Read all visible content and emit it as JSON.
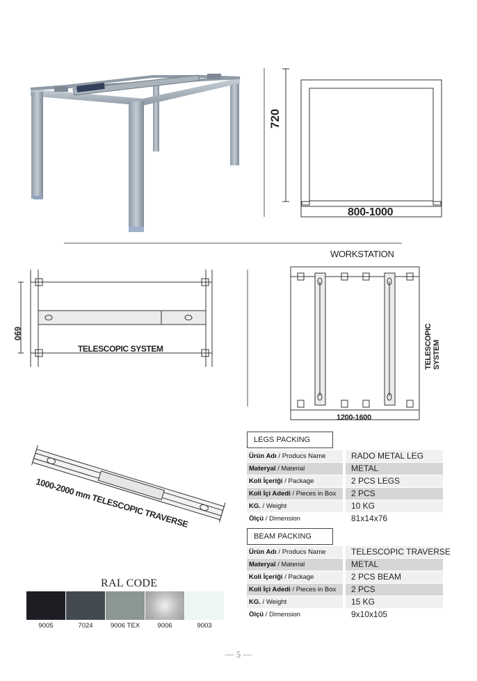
{
  "drawings": {
    "height_label": "720",
    "width_label": "800-1000",
    "workstation_label": "WORKSTATION",
    "telescopic_label": "TELESCOPIC SYSTEM",
    "depth_label": "690",
    "telescopic_label_vertical": "TELESCOPIC SYSTEM",
    "workstation_width_label": "1200-1600",
    "traverse_label": "1000-2000 mm TELESCOPIC TRAVERSE"
  },
  "legs_packing": {
    "title": "LEGS PACKING DETAIL",
    "rows": [
      {
        "key_tr": "Ürün Adı",
        "key_en": "Producs Name",
        "value": "RADO METAL LEG"
      },
      {
        "key_tr": "Materyal",
        "key_en": "Material",
        "value": "METAL"
      },
      {
        "key_tr": "Koli İçeriği",
        "key_en": "Package",
        "value": "2 PCS LEGS"
      },
      {
        "key_tr": "Koli İçi Adedi",
        "key_en": "Pieces in Box",
        "value": "2 PCS"
      },
      {
        "key_tr": "KG.",
        "key_en": "Weight",
        "value": "10 KG"
      },
      {
        "key_tr": "Ölçü",
        "key_en": "Dimension",
        "value": "81x14x76"
      }
    ]
  },
  "beam_packing": {
    "title": "BEAM PACKING DETAIL",
    "rows": [
      {
        "key_tr": "Ürün Adı",
        "key_en": "Producs Name",
        "value": "TELESCOPIC TRAVERSE"
      },
      {
        "key_tr": "Materyal",
        "key_en": "Material",
        "value": "METAL"
      },
      {
        "key_tr": "Koli İçeriği",
        "key_en": "Package",
        "value": "2 PCS BEAM"
      },
      {
        "key_tr": "Koli İçi Adedi",
        "key_en": "Pieces in Box",
        "value": "2 PCS"
      },
      {
        "key_tr": "KG.",
        "key_en": "Weight",
        "value": "15 KG"
      },
      {
        "key_tr": "Ölçü",
        "key_en": "Dimension",
        "value": "9x10x105"
      }
    ]
  },
  "ral": {
    "title": "RAL CODE",
    "swatches": [
      {
        "code": "9005",
        "color": "#1d1d24"
      },
      {
        "code": "7024",
        "color": "#434b51"
      },
      {
        "code": "9006 TEX",
        "color": "#8a9792"
      },
      {
        "code": "9006",
        "color": "#b9b9bb"
      },
      {
        "code": "9003",
        "color": "#eef6f1"
      }
    ]
  },
  "page_number": "— 5 —"
}
